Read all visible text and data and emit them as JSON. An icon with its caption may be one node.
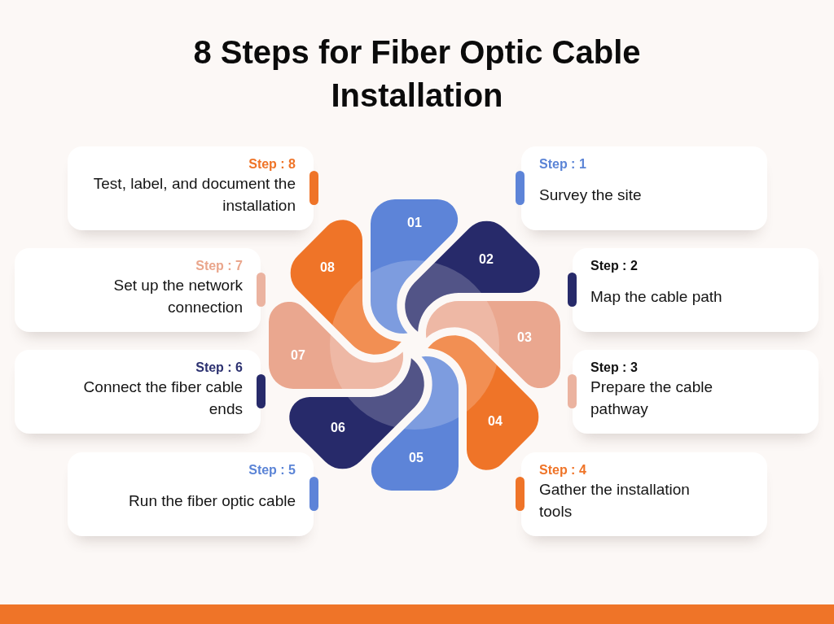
{
  "diagram": {
    "title": "8 Steps for Fiber Optic Cable Installation",
    "nodes": [
      {
        "text": [
          "01"
        ]
      },
      {
        "text": [
          "02"
        ]
      },
      {
        "text": [
          "03"
        ]
      },
      {
        "text": [
          "04"
        ]
      },
      {
        "text": [
          "05"
        ]
      },
      {
        "text": [
          "06"
        ]
      },
      {
        "text": [
          "07"
        ]
      },
      {
        "text": [
          "08"
        ]
      },
      {
        "text": [
          "Step : 1",
          "Survey the site"
        ]
      },
      {
        "text": [
          "Step : 2",
          "Map the cable path"
        ]
      },
      {
        "text": [
          "Step : 3",
          "Prepare the cable pathway"
        ]
      },
      {
        "text": [
          "Step : 4",
          "Gather the installation tools"
        ]
      },
      {
        "text": [
          "Step : 5",
          "Run the fiber optic cable"
        ]
      },
      {
        "text": [
          "Step : 6",
          "Connect the fiber cable ends"
        ]
      },
      {
        "text": [
          "Step : 7",
          "Set up the network connection"
        ]
      },
      {
        "text": [
          "Step : 8",
          "Test, label, and document the installation"
        ]
      }
    ]
  }
}
